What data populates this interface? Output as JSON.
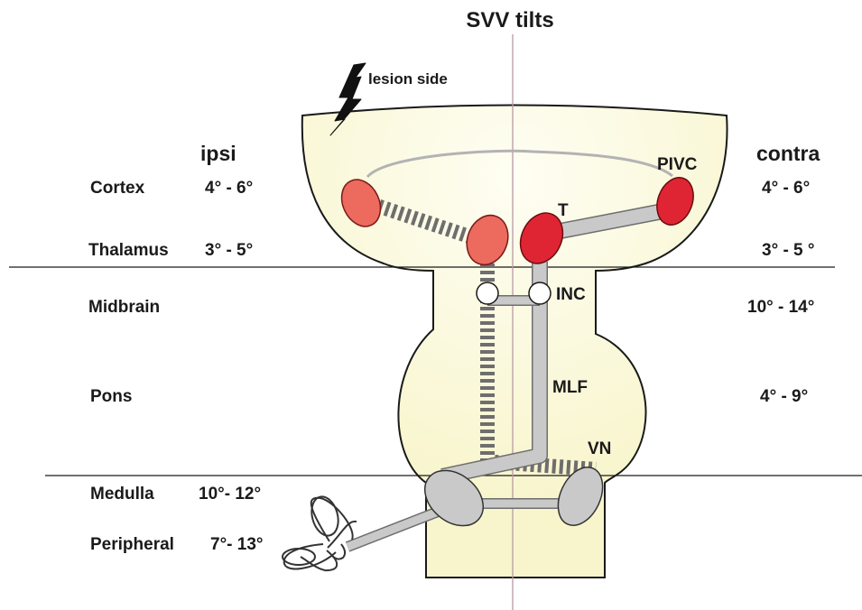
{
  "title": "SVV tilts",
  "lesion_label": "lesion side",
  "columns": {
    "ipsi": "ipsi",
    "contra": "contra"
  },
  "rows": [
    {
      "name": "Cortex",
      "ipsi": "4° -  6°",
      "contra": "4° - 6°"
    },
    {
      "name": "Thalamus",
      "ipsi": "3° -  5°",
      "contra": "3° - 5 °"
    },
    {
      "name": "Midbrain",
      "ipsi": "",
      "contra": "10° - 14°"
    },
    {
      "name": "Pons",
      "ipsi": "",
      "contra": "4° - 9°"
    },
    {
      "name": "Medulla",
      "ipsi": "10°- 12°",
      "contra": ""
    },
    {
      "name": "Peripheral",
      "ipsi": "7°- 13°",
      "contra": ""
    }
  ],
  "structures": {
    "pivc": "PIVC",
    "thalamus": "T",
    "inc": "INC",
    "mlf": "MLF",
    "vn": "VN"
  },
  "colors": {
    "brain_fill": "#fbf9db",
    "lesion_red_light": "#ec6a5e",
    "intact_red": "#df2533",
    "pathway_gray": "#c9c9c9",
    "midline": "#b89aa4"
  }
}
